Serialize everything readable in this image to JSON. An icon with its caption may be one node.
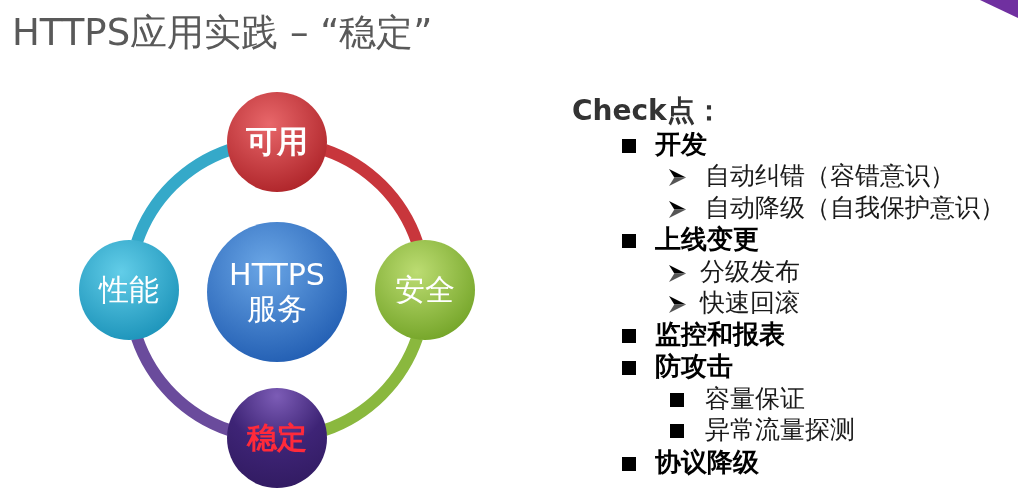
{
  "diagram": {
    "title": "HTTPS应用实践 – “稳定”",
    "nodes": [
      {
        "text": [
          "HTTPS 服务"
        ]
      },
      {
        "text": [
          "可用"
        ]
      },
      {
        "text": [
          "安全"
        ]
      },
      {
        "text": [
          "稳定"
        ]
      },
      {
        "text": [
          "性能"
        ]
      }
    ],
    "edges": [
      {
        "from": 1,
        "to": 2,
        "arrow": "none",
        "color": "#c8363c"
      },
      {
        "from": 2,
        "to": 3,
        "arrow": "none",
        "color": "#8ab83e"
      },
      {
        "from": 3,
        "to": 4,
        "arrow": "none",
        "color": "#6a4b9c"
      },
      {
        "from": 4,
        "to": 1,
        "arrow": "none",
        "color": "#35a9c9"
      }
    ],
    "labels": [
      "Check点：",
      "开发",
      "自动纠错（容错意识）",
      "自动降级（自我保护意识）",
      "上线变更",
      "分级发布",
      "快速回滚",
      "监控和报表",
      "防攻击",
      "容量保证",
      "异常流量探测",
      "协议降级"
    ]
  }
}
